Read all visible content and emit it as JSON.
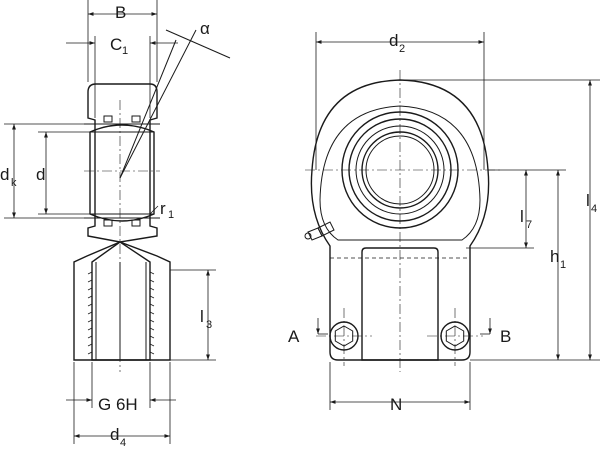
{
  "colors": {
    "body_fill": "#b7c9e6",
    "line": "#1a1a1a",
    "background": "#ffffff"
  },
  "labels": {
    "B_top": "B",
    "C1": "C",
    "C1_sub": "1",
    "alpha": "α",
    "dk": "d",
    "dk_sub": "k",
    "d": "d",
    "r1": "r",
    "r1_sub": "1",
    "l3": "l",
    "l3_sub": "3",
    "G6H": "G 6H",
    "d4": "d",
    "d4_sub": "4",
    "d2": "d",
    "d2_sub": "2",
    "l4": "l",
    "l4_sub": "4",
    "l7": "l",
    "l7_sub": "7",
    "h1": "h",
    "h1_sub": "1",
    "A": "A",
    "B_view": "B",
    "N": "N"
  }
}
